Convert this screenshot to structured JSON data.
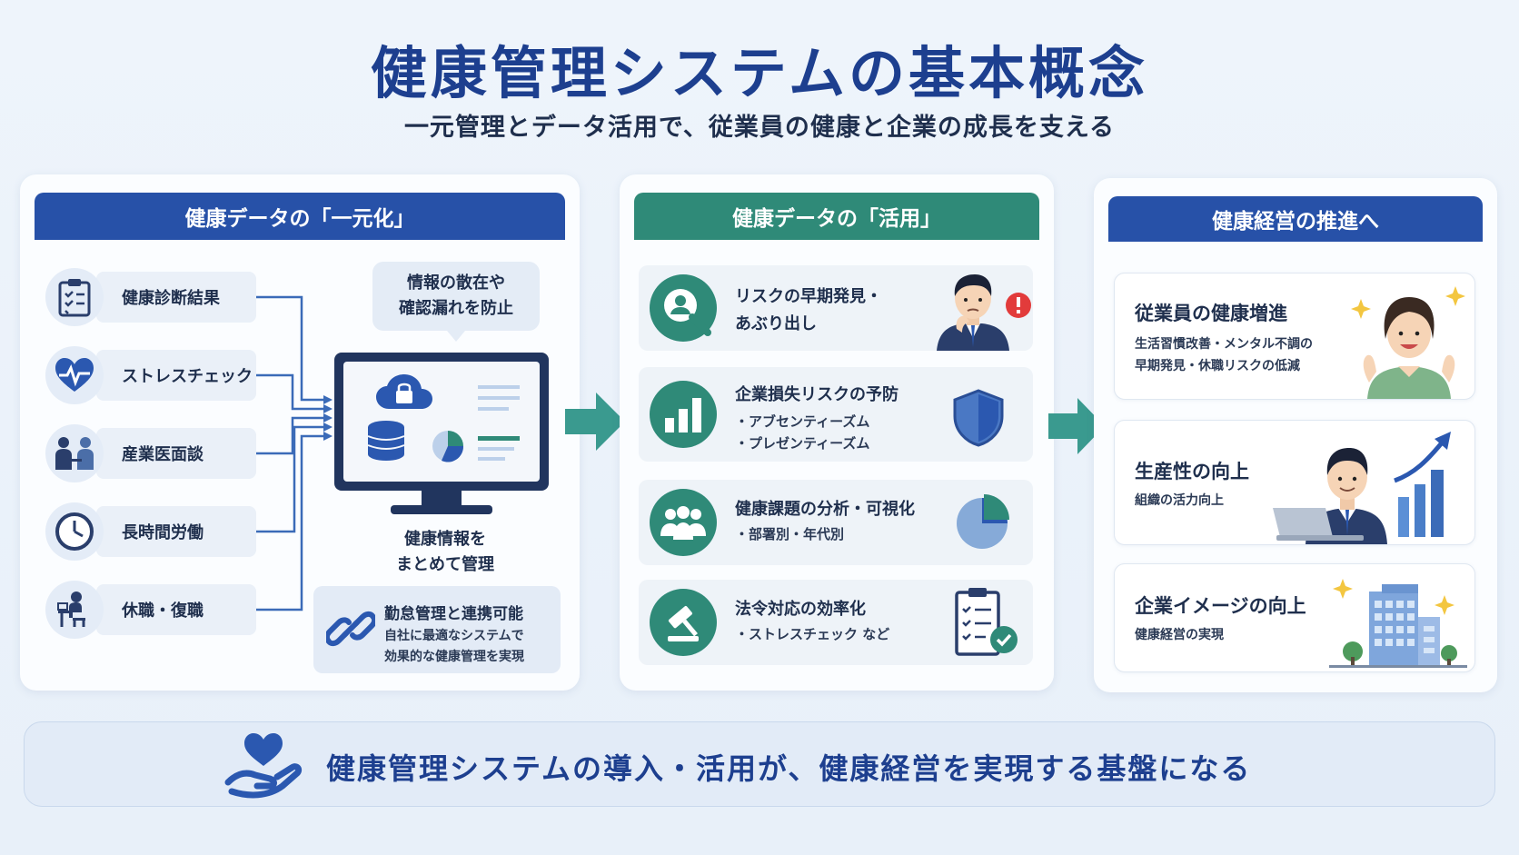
{
  "title": "健康管理システムの基本概念",
  "subtitle": "一元管理とデータ活用で、従業員の健康と企業の成長を支える",
  "panel1": {
    "header": "健康データの「一元化」",
    "sources": [
      {
        "label": "健康診断結果",
        "icon": "clipboard-icon"
      },
      {
        "label": "ストレスチェック",
        "icon": "heart-pulse-icon"
      },
      {
        "label": "産業医面談",
        "icon": "consultation-icon"
      },
      {
        "label": "長時間労働",
        "icon": "clock-icon"
      },
      {
        "label": "休職・復職",
        "icon": "desk-person-icon"
      }
    ],
    "bubble_line1": "情報の散在や",
    "bubble_line2": "確認漏れを防止",
    "caption_line1": "健康情報を",
    "caption_line2": "まとめて管理",
    "link_title": "勤怠管理と連携可能",
    "link_desc_line1": "自社に最適なシステムで",
    "link_desc_line2": "効果的な健康管理を実現"
  },
  "panel2": {
    "header": "健康データの「活用」",
    "items": [
      {
        "title_line1": "リスクの早期発見・",
        "title_line2": "あぶり出し",
        "icon": "search-person-icon",
        "side_icon": "worried-man-icon"
      },
      {
        "title": "企業損失リスクの予防",
        "sub_line1": "・アブセンティーズム",
        "sub_line2": "・プレゼンティーズム",
        "icon": "bar-chart-icon",
        "side_icon": "shield-icon"
      },
      {
        "title": "健康課題の分析・可視化",
        "sub_line1": "・部署別・年代別",
        "icon": "group-icon",
        "side_icon": "pie-chart-icon"
      },
      {
        "title": "法令対応の効率化",
        "sub_line1": "・ストレスチェック など",
        "icon": "gavel-icon",
        "side_icon": "checklist-icon"
      }
    ]
  },
  "panel3": {
    "header": "健康経営の推進へ",
    "items": [
      {
        "title": "従業員の健康増進",
        "sub_line1": "生活習慣改善・メンタル不調の",
        "sub_line2": "早期発見・休職リスクの低減",
        "icon": "happy-woman-icon"
      },
      {
        "title": "生産性の向上",
        "sub_line1": "組織の活力向上",
        "icon": "man-laptop-growth-icon"
      },
      {
        "title": "企業イメージの向上",
        "sub_line1": "健康経営の実現",
        "icon": "office-building-icon"
      }
    ]
  },
  "bottom_text": "健康管理システムの導入・活用が、健康経営を実現する基盤になる",
  "colors": {
    "navy": "#1d3f8f",
    "blue": "#2751a8",
    "green": "#2f8a78",
    "teal_arrow": "#3a9a8f"
  }
}
